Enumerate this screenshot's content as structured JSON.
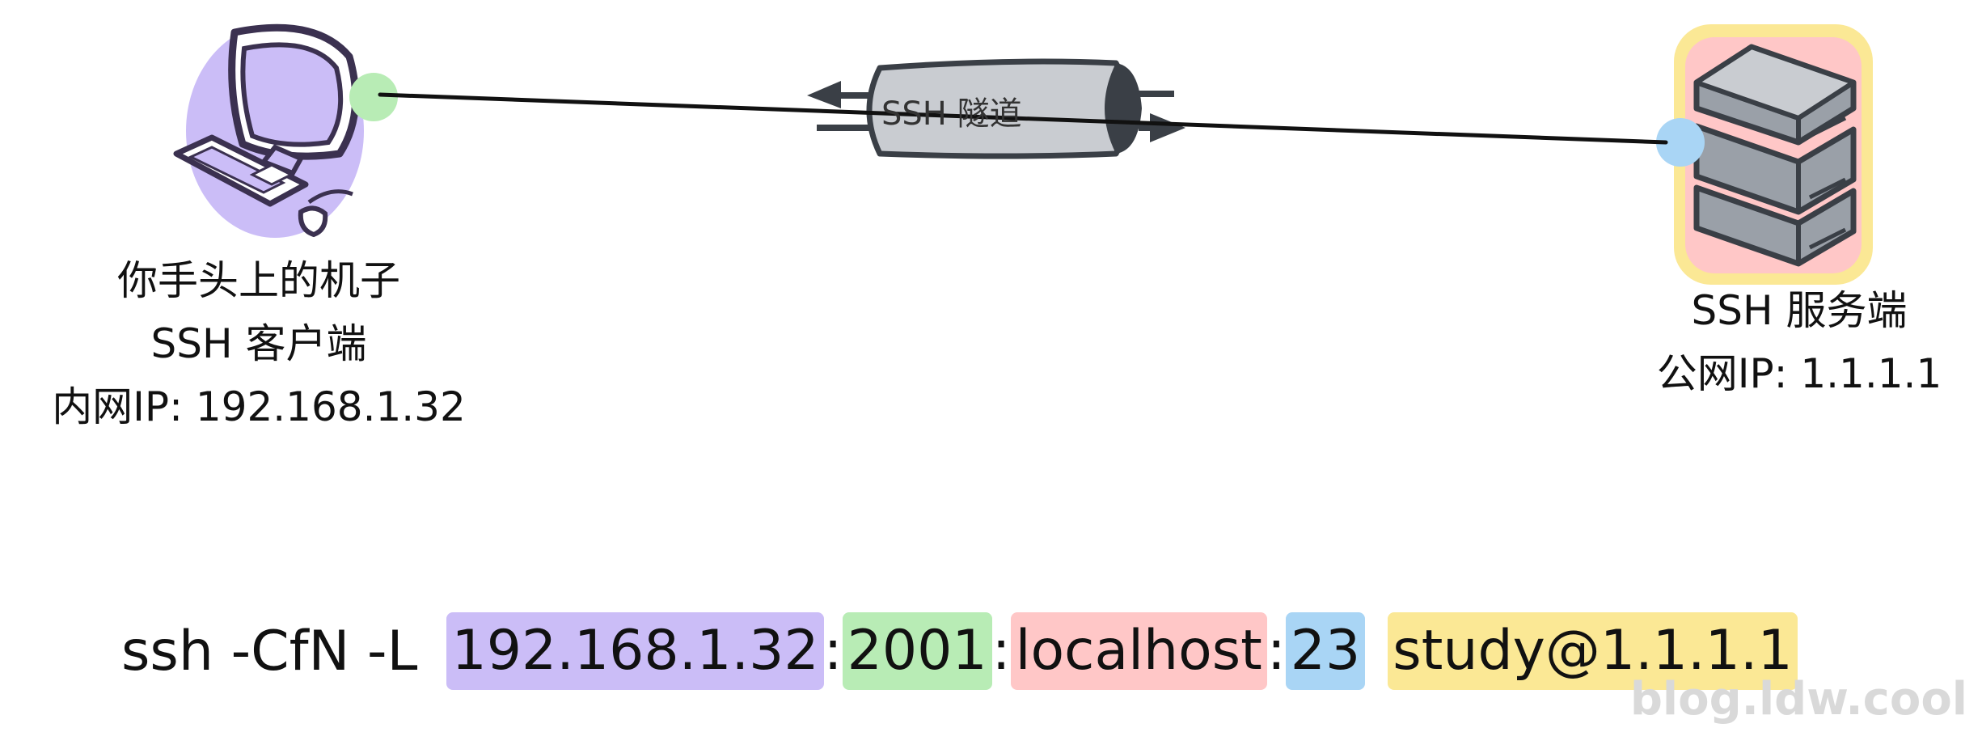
{
  "client": {
    "line1": "你手头上的机子",
    "line2": "SSH 客户端",
    "line3": "内网IP: 192.168.1.32"
  },
  "server": {
    "line1": "SSH 服务端",
    "line2": "公网IP: 1.1.1.1"
  },
  "tunnel": {
    "label": "SSH 隧道"
  },
  "command": {
    "prefix": "ssh -CfN -L",
    "bind_ip": "192.168.1.32",
    "sep1": ":",
    "local_port": "2001",
    "sep2": ":",
    "dest_host": "localhost",
    "sep3": ":",
    "dest_port": "23",
    "login": "study@1.1.1.1"
  },
  "watermark": "blog.ldw.cool",
  "colors": {
    "client_bg": "#cbbdf7",
    "client_port_dot": "#b8ecb5",
    "server_bg_outer": "#fbe895",
    "server_bg_inner": "#ffc7c7",
    "server_port_dot": "#a9d5f5",
    "tunnel_body": "#c9ccd1",
    "tunnel_edge": "#3a3f46",
    "server_box": "#9aa0a8"
  },
  "icons": {
    "client": "desktop-computer-icon",
    "server": "server-rack-icon",
    "tunnel": "pipe-tunnel-icon"
  }
}
